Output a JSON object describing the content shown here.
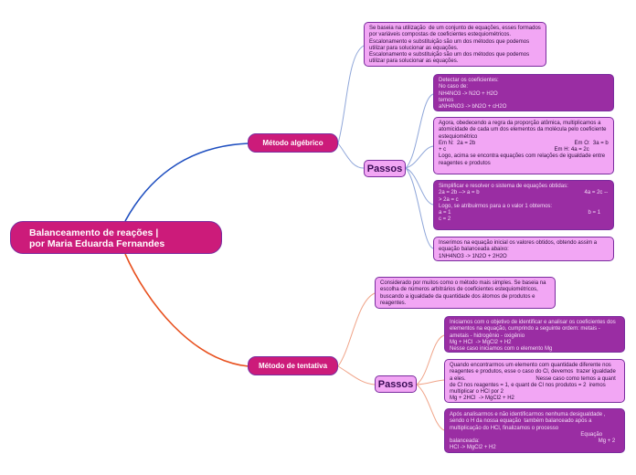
{
  "root": {
    "line1": "Balanceamento de reações |",
    "line2": "por Maria Eduarda Fernandes"
  },
  "branches": [
    {
      "label": "Método algébrico",
      "description": "Se baseia na utilização  de um conjunto de equações, esses formados por variáveis compostas de coeficientes estequiométricos. Escalonamento e substituição são um dos métodos que podemos utilizar para solucionar as equações.\nEscalonamento e substituição são um dos métodos que podemos utilizar para solucionar as equações.",
      "passos_label": "Passos",
      "steps": [
        "Detectar os coeficientes:\nNo caso de:\nNH4NO3 -> N2O + H2O\ntemos\naNH4NO3 -> bN2O + cH2O",
        "Agora, obedecendo a regra da proporção atômica, multiplicamos a atomicidade de cada um dos elementos da molécula pelo coeficiente estequiométrico\nEm N:  2a = 2b                                                                 Em O:  3a = b + c                                                                       Em H: 4a = 2c\nLogo, acima se encontra equações com relações de igualdade entre reagentes e produtos",
        "Simplificar e resolver o sistema de equações obtidas:\n2a = 2b --> a = b                                                                     4a = 2c --> 2a = c\nLogo, se atribuirmos para a o valor 1 obtemos:\na = 1                                                                                          b = 1                                                                                          c = 2",
        "Inserimos na equação inicial os valores obtidos, obtendo assim a equação balanceada abaixo:\n1NH4NO3 -> 1N2O + 2H2O"
      ]
    },
    {
      "label": "Método de tentativa",
      "description": "Considerado por muitos como o método mais simples. Se baseia na escolha de números arbitrários de coeficientes estequiométricos, buscando a igualdade da quantidade dos átomos de produtos e reagentes.",
      "passos_label": "Passos",
      "steps": [
        "Iniciamos com o objetivo de identificar e analisar os coeficientes dos elementos na equação, cumprindo a seguinte ordem: metais -  ametais - hidrogênio - oxigênio\nMg + HCl  -> MgCl2 + H2\nNesse caso iniciamos com o elemento Mg",
        "Quando encontrarmos um elemento com quantidade diferente nos reagentes e produtos, esse o caso do Cl, devemos  trazer igualdade a eles.                                              Nesse caso como temos a quant de Cl nos reagentes = 1, e quant de Cl nos produtos = 2  iremos multiplicar o HCl por 2\nMg + 2HCl  -> MgCl2 + H2",
        "Após analisarmos e não identificarmos nenhuma desigualdade , sendo o H da nossa equação  também balanceado após a multiplicação do HCl, finalizamos o processo\n                                                                                      Equação balanceada:                                                                              Mg + 2 HCl -> MgCl2 + H2"
      ]
    }
  ],
  "colors": {
    "root_fill": "#cc1b7a",
    "node_border": "#7a2c9e",
    "light_box": "#f2a6f4",
    "dark_box": "#9a2da3",
    "link_branch1": "#1f4fc0",
    "link_branch2": "#e8501e",
    "link_sub1": "#8fa6d9",
    "link_sub2": "#f0a489"
  }
}
